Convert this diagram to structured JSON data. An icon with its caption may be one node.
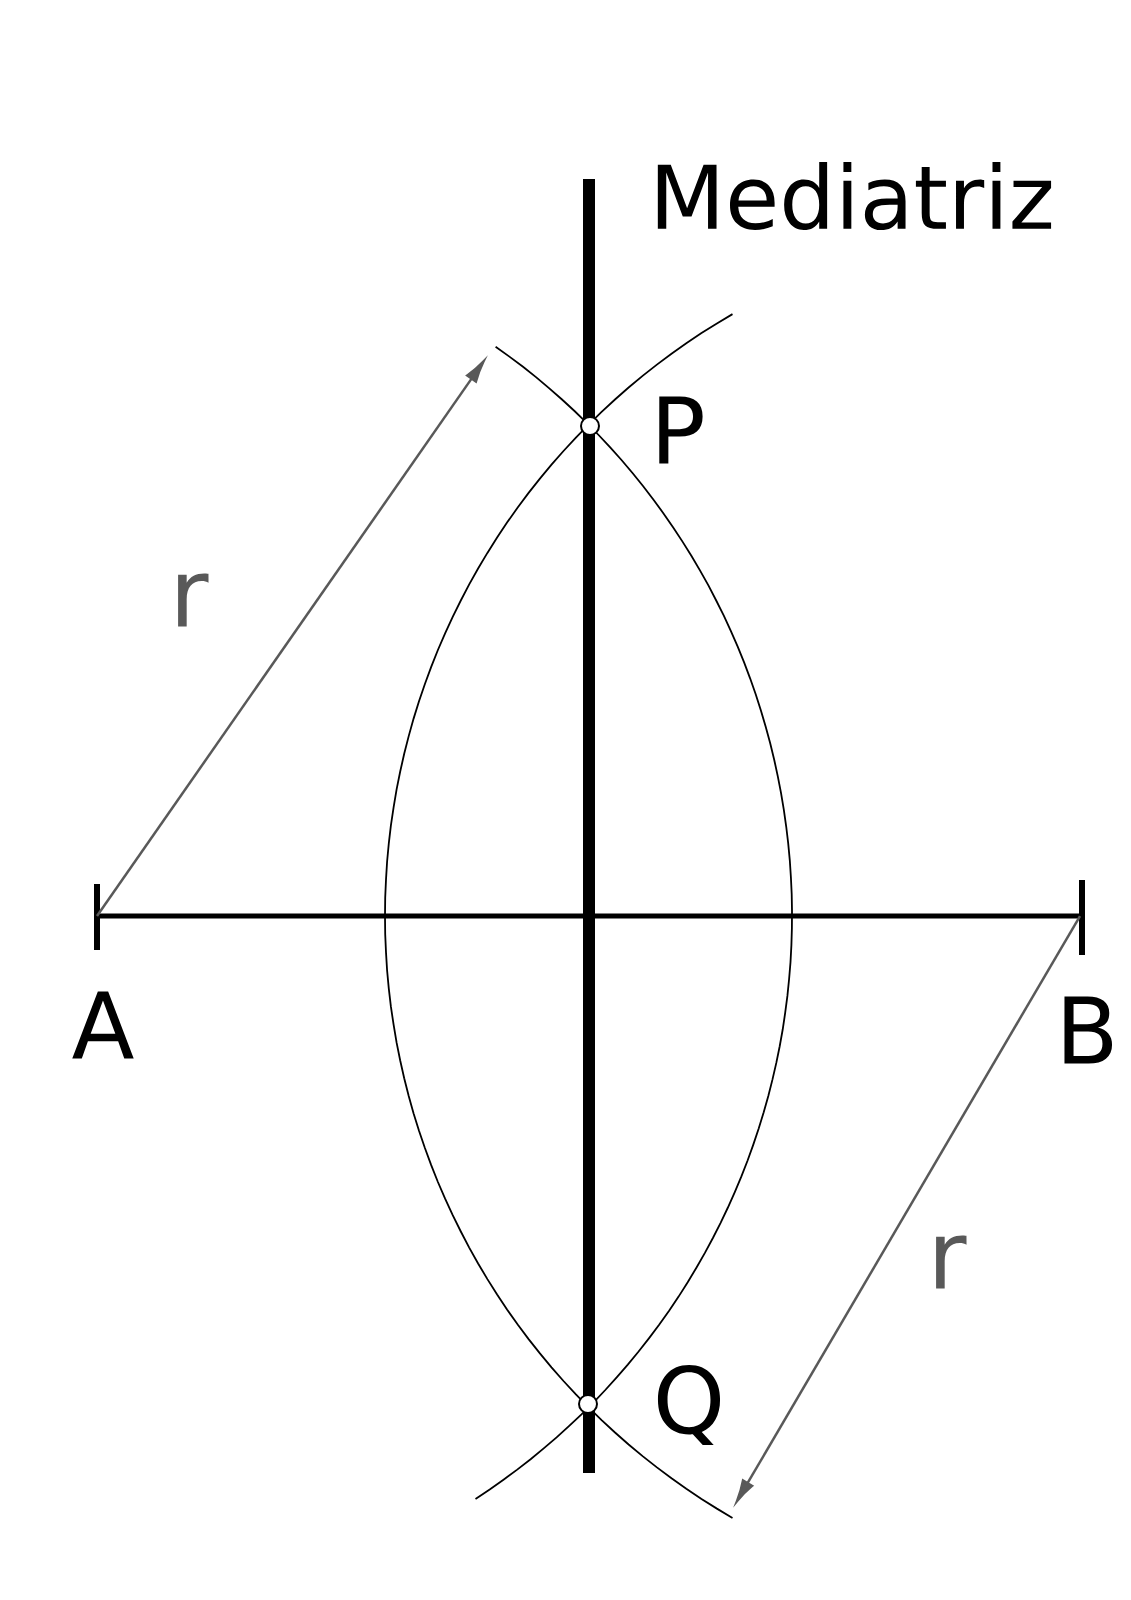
{
  "diagram": {
    "labels": [
      "Mediatriz",
      "P",
      "r",
      "A",
      "B",
      "r",
      "Q"
    ]
  }
}
